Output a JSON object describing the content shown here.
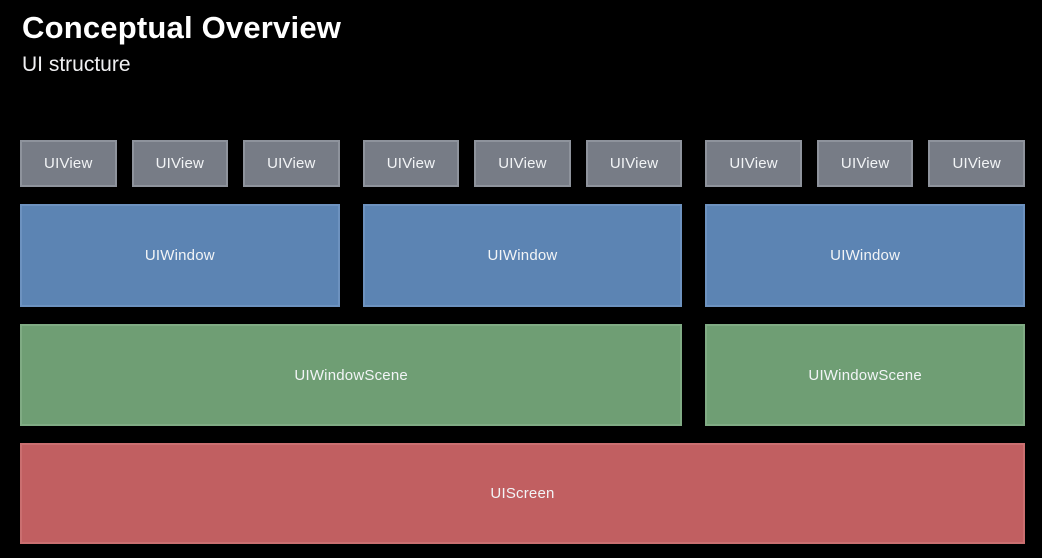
{
  "slide": {
    "title": "Conceptual Overview",
    "subtitle": "UI structure"
  },
  "hierarchy": {
    "screen": {
      "label": "UIScreen",
      "scenes": [
        {
          "label": "UIWindowScene",
          "windows": [
            {
              "label": "UIWindow",
              "views": [
                "UIView",
                "UIView",
                "UIView"
              ]
            },
            {
              "label": "UIWindow",
              "views": [
                "UIView",
                "UIView",
                "UIView"
              ]
            }
          ]
        },
        {
          "label": "UIWindowScene",
          "windows": [
            {
              "label": "UIWindow",
              "views": [
                "UIView",
                "UIView",
                "UIView"
              ]
            }
          ]
        }
      ]
    }
  },
  "colors": {
    "background": "#000000",
    "title_text": "#ffffff",
    "subtitle_text": "#f0f0f2",
    "box_text": "#f2f4f6",
    "view_fill": "#777c86",
    "view_border": "#8e939c",
    "window_fill": "#5c84b3",
    "window_border": "#6d92bf",
    "scene_fill": "#6f9e74",
    "scene_border": "#80ab84",
    "screen_fill": "#c15f61",
    "screen_border": "#ca6f70"
  }
}
